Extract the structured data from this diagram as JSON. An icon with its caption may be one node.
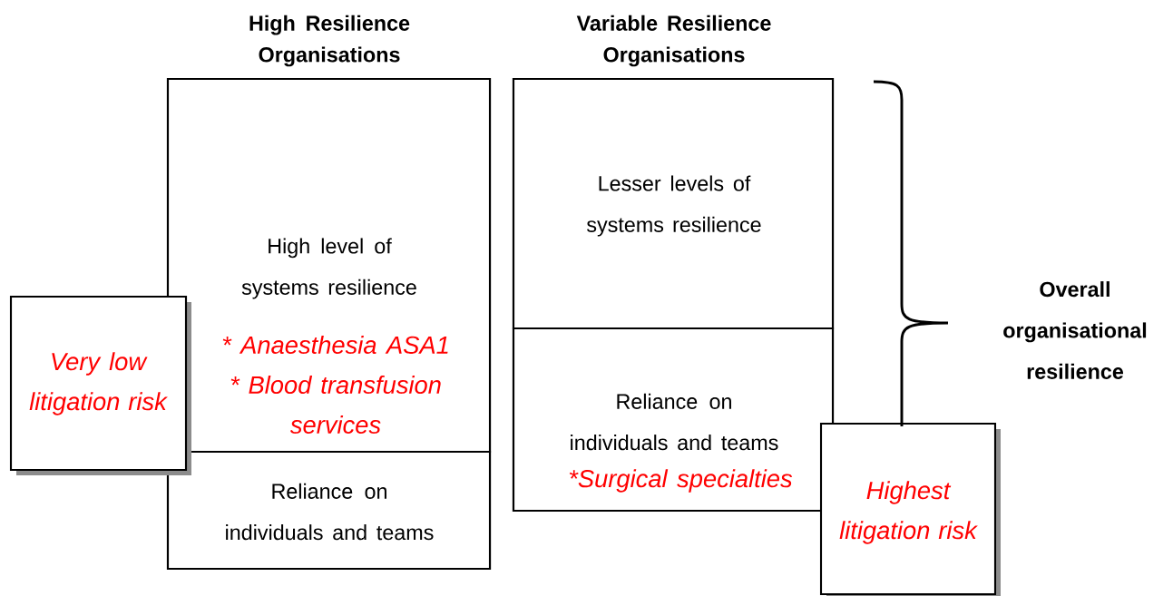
{
  "diagram": {
    "nodes": [
      {
        "text": [
          "High Resilience Organisations"
        ]
      },
      {
        "text": [
          "High level of systems resilience",
          "* Anaesthesia ASA1",
          "* Blood transfusion services"
        ],
        "in": 0
      },
      {
        "text": [
          "Reliance on individuals and teams"
        ],
        "in": 0
      },
      {
        "text": [
          "Variable Resilience Organisations"
        ]
      },
      {
        "text": [
          "Lesser levels of systems resilience"
        ],
        "in": 3
      },
      {
        "text": [
          "Reliance on individuals and teams",
          "*Surgical specialties"
        ],
        "in": 3
      },
      {
        "text": [
          "Very low litigation risk"
        ]
      },
      {
        "text": [
          "Highest litigation risk"
        ]
      }
    ],
    "labels": [
      "Overall organisational resilience"
    ]
  }
}
